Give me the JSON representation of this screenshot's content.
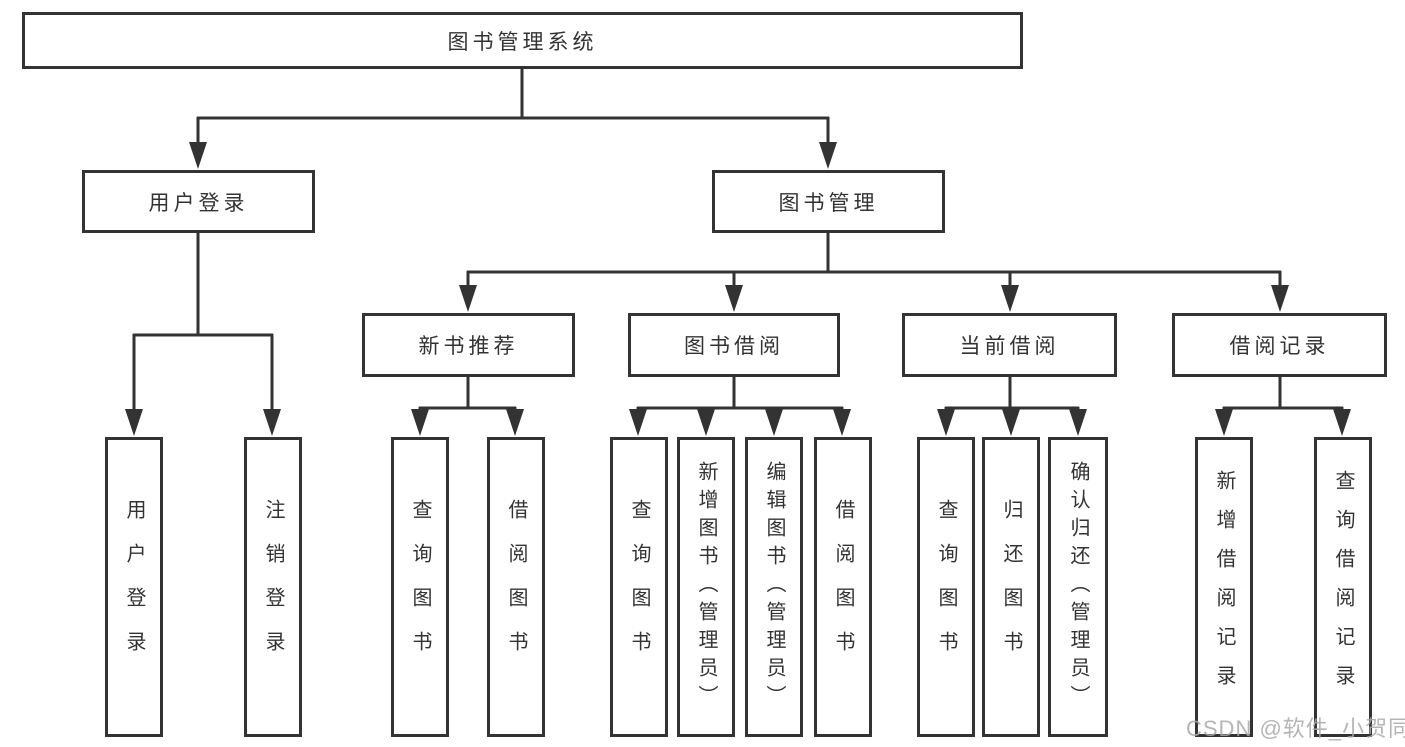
{
  "tree": {
    "root": {
      "label": "图书管理系统"
    },
    "children": [
      {
        "label": "用户登录",
        "children": [
          {
            "label": "用户登录"
          },
          {
            "label": "注销登录"
          }
        ]
      },
      {
        "label": "图书管理",
        "children": [
          {
            "label": "新书推荐",
            "children": [
              {
                "label": "查询图书"
              },
              {
                "label": "借阅图书"
              }
            ]
          },
          {
            "label": "图书借阅",
            "children": [
              {
                "label": "查询图书"
              },
              {
                "label": "新增图书（管理员）"
              },
              {
                "label": "编辑图书（管理员）"
              },
              {
                "label": "借阅图书"
              }
            ]
          },
          {
            "label": "当前借阅",
            "children": [
              {
                "label": "查询图书"
              },
              {
                "label": "归还图书"
              },
              {
                "label": "确认归还（管理员）"
              }
            ]
          },
          {
            "label": "借阅记录",
            "children": [
              {
                "label": "新增借阅记录"
              },
              {
                "label": "查询借阅记录"
              }
            ]
          }
        ]
      }
    ]
  },
  "watermark": {
    "text": "CSDN @软件_小贺同学"
  },
  "colors": {
    "line": "#333333",
    "text": "#333333",
    "watermark": "#a8a8a8"
  }
}
